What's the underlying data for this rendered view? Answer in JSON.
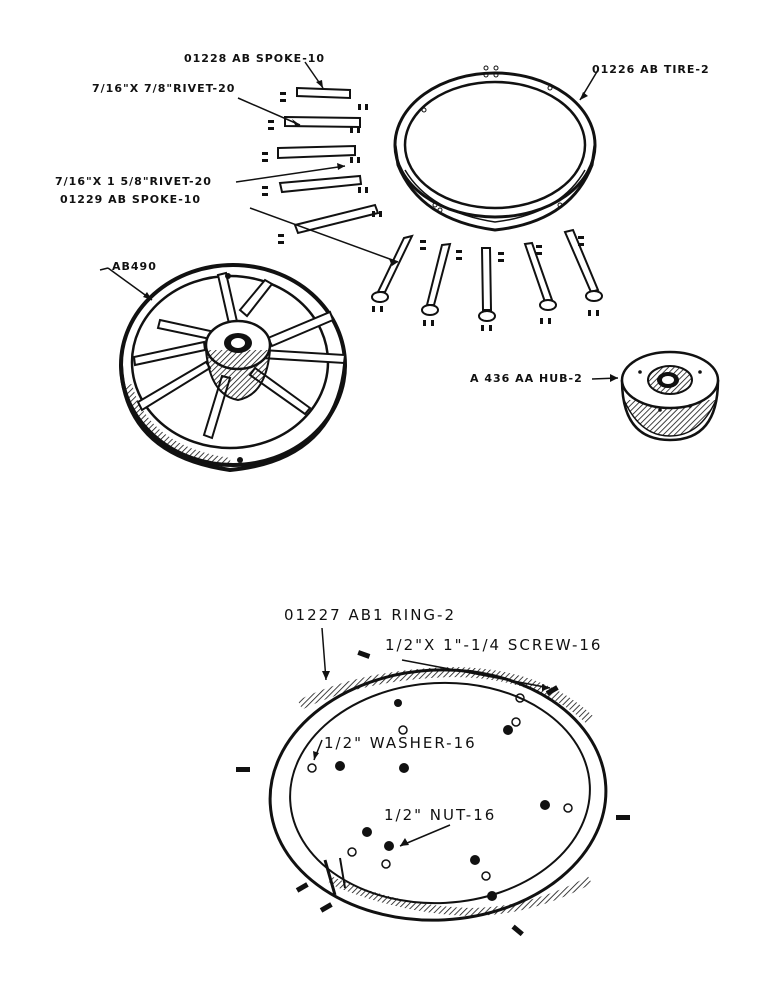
{
  "upper_assembly": {
    "labels": {
      "spoke_top": "01228 AB SPOKE-10",
      "rivet_short": "7/16\"X 7/8\"RIVET-20",
      "rivet_long": "7/16\"X 1 5/8\"RIVET-20",
      "spoke_bottom": "01229 AB SPOKE-10",
      "tire": "01226 AB TIRE-2",
      "wheel": "AB490",
      "hub": "A 436 AA HUB-2"
    }
  },
  "lower_assembly": {
    "labels": {
      "ring": "01227 AB1 RING-2",
      "screw": "1/2\"X 1\"-1/4 SCREW-16",
      "washer": "1/2\" WASHER-16",
      "nut": "1/2\" NUT-16"
    }
  },
  "colors": {
    "ink": "#111111",
    "paper": "#ffffff"
  }
}
